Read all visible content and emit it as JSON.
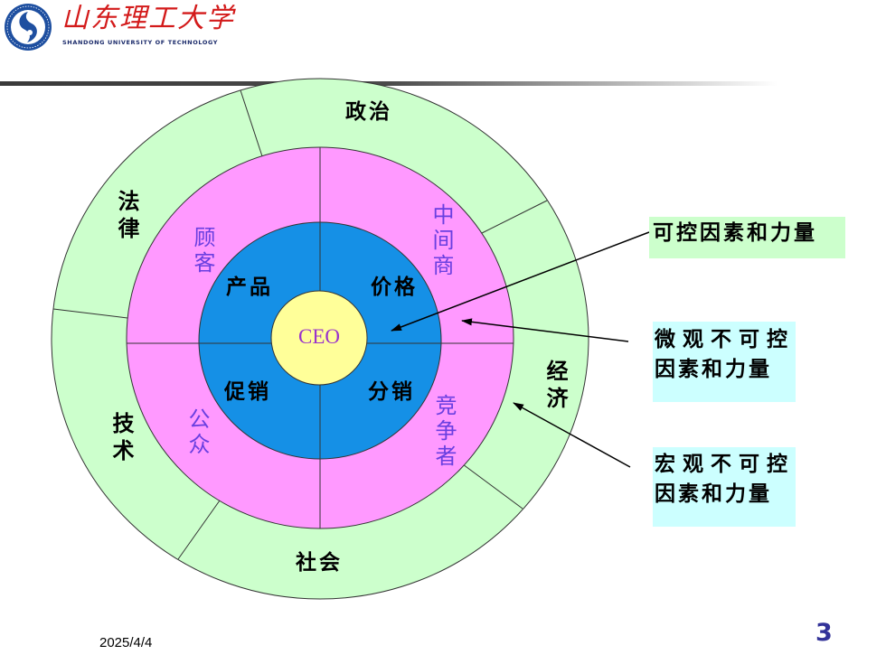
{
  "header": {
    "logo_icon": "university-emblem-icon",
    "name_cn": "山东理工大学",
    "name_en": "SHANDONG UNIVERSITY OF TECHNOLOGY"
  },
  "diagram": {
    "center": "CEO",
    "inner_ring": {
      "top_left": "产品",
      "top_right": "价格",
      "bottom_left": "促销",
      "bottom_right": "分销"
    },
    "middle_ring": {
      "top_left": "顾客",
      "top_right": "中间商",
      "bottom_left": "公众",
      "bottom_right": "竞争者"
    },
    "outer_ring": {
      "top": "政治",
      "upper_left": "法律",
      "right": "经济",
      "bottom": "社会",
      "lower_left": "技术"
    },
    "colors": {
      "outer_ring": "#ccffcc",
      "middle_ring": "#ff99ff",
      "inner_ring": "#1590e6",
      "center": "#ffff99",
      "center_text": "#9933cc",
      "middle_ring_text": "#6a3fe0"
    }
  },
  "callouts": {
    "controllable": {
      "line1": "可控因素和力量",
      "background": "#ccffcc"
    },
    "micro_uncontrollable": {
      "line1": "微观不可控",
      "line2": "因素和力量",
      "background": "#ccffff"
    },
    "macro_uncontrollable": {
      "line1": "宏观不可控",
      "line2": "因素和力量",
      "background": "#ccffff"
    }
  },
  "footer": {
    "date": "2025/4/4",
    "page_number": "3",
    "page_number_color": "#333399"
  }
}
